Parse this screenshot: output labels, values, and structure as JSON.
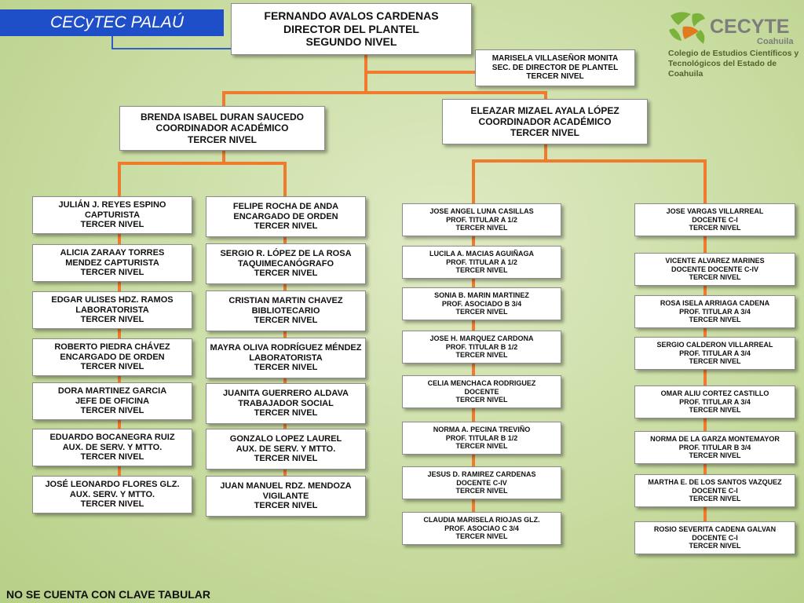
{
  "title": "CECyTEC PALAÚ",
  "footnote": "NO SE CUENTA CON CLAVE TABULAR",
  "logo": {
    "brand": "CECYTE",
    "state": "Coahuila",
    "line1": "Colegio de Estudios Científicos y",
    "line2": "Tecnológicos del Estado de Coahuila",
    "colors": {
      "green": "#7bb33a",
      "orange": "#e07a1e",
      "gray": "#7d7d7d"
    }
  },
  "colors": {
    "connector": "#f07a2e",
    "title_bg": "#1e4fc9",
    "arrow": "#1e4fc9"
  },
  "director": {
    "lines": [
      "FERNANDO AVALOS CARDENAS",
      "DIRECTOR DEL PLANTEL",
      "SEGUNDO NIVEL"
    ]
  },
  "secretary": {
    "lines": [
      "MARISELA VILLASEÑOR MONITA",
      "SEC. DE DIRECTOR DE PLANTEL",
      "TERCER NIVEL"
    ]
  },
  "coord_left": {
    "lines": [
      "BRENDA ISABEL DURAN SAUCEDO",
      "COORDINADOR ACADÉMICO",
      "TERCER NIVEL"
    ]
  },
  "coord_right": {
    "lines": [
      "ELEAZAR MIZAEL AYALA LÓPEZ",
      "COORDINADOR ACADÉMICO",
      "TERCER  NIVEL"
    ]
  },
  "col1": [
    {
      "lines": [
        "JULIÁN J. REYES ESPINO",
        "CAPTURISTA",
        "TERCER NIVEL"
      ]
    },
    {
      "lines": [
        "ALICIA ZARAAY TORRES",
        "MENDEZ CAPTURISTA",
        "TERCER NIVEL"
      ]
    },
    {
      "lines": [
        "EDGAR ULISES HDZ. RAMOS",
        "LABORATORISTA",
        "TERCER NIVEL"
      ]
    },
    {
      "lines": [
        "ROBERTO PIEDRA CHÁVEZ",
        "ENCARGADO DE ORDEN",
        "TERCER NIVEL"
      ]
    },
    {
      "lines": [
        "DORA MARTINEZ GARCIA",
        "JEFE DE OFICINA",
        "TERCER NIVEL"
      ]
    },
    {
      "lines": [
        "EDUARDO BOCANEGRA RUIZ",
        "AUX. DE SERV. Y MTTO.",
        "TERCER NIVEL"
      ]
    },
    {
      "lines": [
        "JOSÉ LEONARDO FLORES GLZ.",
        "AUX.  SERV. Y MTTO.",
        "TERCER NIVEL"
      ]
    }
  ],
  "col2": [
    {
      "lines": [
        "FELIPE ROCHA DE ANDA",
        "ENCARGADO DE ORDEN",
        "TERCER NIVEL"
      ]
    },
    {
      "lines": [
        "SERGIO R. LÓPEZ DE LA ROSA",
        "TAQUIMECANÓGRAFO",
        "TERCER NIVEL"
      ]
    },
    {
      "lines": [
        "CRISTIAN MARTIN CHAVEZ",
        "BIBLIOTECARIO",
        "TERCER NIVEL"
      ]
    },
    {
      "lines": [
        "MAYRA OLIVA RODRÍGUEZ MÉNDEZ",
        "LABORATORISTA",
        "TERCER NIVEL"
      ]
    },
    {
      "lines": [
        "JUANITA GUERRERO ALDAVA",
        "TRABAJADOR SOCIAL",
        "TERCER NIVEL"
      ]
    },
    {
      "lines": [
        "GONZALO LOPEZ LAUREL",
        "AUX. DE SERV. Y MTTO.",
        "TERCER NIVEL"
      ]
    },
    {
      "lines": [
        "JUAN MANUEL RDZ. MENDOZA",
        "VIGILANTE",
        "TERCER NIVEL"
      ]
    }
  ],
  "col3": [
    {
      "lines": [
        "JOSE ANGEL LUNA CASILLAS",
        "PROF. TITULAR A 1/2",
        "TERCER NIVEL"
      ]
    },
    {
      "lines": [
        "LUCILA A. MACIAS AGUIÑAGA",
        "PROF. TITULAR A 1/2",
        "TERCER NIVEL"
      ]
    },
    {
      "lines": [
        "SONIA B. MARIN MARTINEZ",
        "PROF. ASOCIADO B 3/4",
        "TERCER NIVEL"
      ]
    },
    {
      "lines": [
        "JOSE H. MARQUEZ CARDONA",
        "PROF. TITULAR B 1/2",
        "TERCER NIVEL"
      ]
    },
    {
      "lines": [
        "CELIA MENCHACA RODRIGUEZ",
        "DOCENTE",
        "TERCER NIVEL"
      ]
    },
    {
      "lines": [
        "NORMA A. PECINA TREVIÑO",
        "PROF. TITULAR B 1/2",
        "TERCER NIVEL"
      ]
    },
    {
      "lines": [
        "JESUS D. RAMIREZ CARDENAS",
        "DOCENTE C-IV",
        "TERCER NIVEL"
      ]
    },
    {
      "lines": [
        "CLAUDIA MARISELA RIOJAS GLZ.",
        "PROF. ASOCIAO C 3/4",
        "TERCER NIVEL"
      ]
    }
  ],
  "col4": [
    {
      "lines": [
        "JOSE VARGAS VILLARREAL",
        "DOCENTE C-I",
        "TERCER NIVEL"
      ]
    },
    {
      "lines": [
        "VICENTE ALVAREZ MARINES",
        "DOCENTE DOCENTE C-IV",
        "TERCER NIVEL"
      ]
    },
    {
      "lines": [
        "ROSA ISELA ARRIAGA CADENA",
        "PROF. TITULAR A 3/4",
        "TERCER NIVEL"
      ]
    },
    {
      "lines": [
        "SERGIO CALDERON VILLARREAL",
        "PROF. TITULAR A 3/4",
        "TERCER NIVEL"
      ]
    },
    {
      "lines": [
        "OMAR ALIU CORTEZ CASTILLO",
        "PROF. TITULAR A 3/4",
        "TERCER NIVEL"
      ]
    },
    {
      "lines": [
        "NORMA  DE LA GARZA MONTEMAYOR",
        "PROF. TITULAR B 3/4",
        "TERCER NIVEL"
      ]
    },
    {
      "lines": [
        "MARTHA E. DE LOS SANTOS VAZQUEZ",
        "DOCENTE C-I",
        "TERCER NIVEL"
      ]
    },
    {
      "lines": [
        "ROSIO SEVERITA CADENA GALVAN",
        "DOCENTE C-I",
        "TERCER NIVEL"
      ]
    }
  ]
}
